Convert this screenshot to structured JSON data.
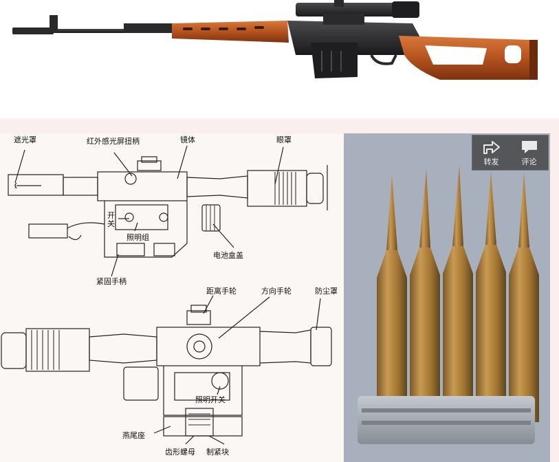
{
  "scope_labels": {
    "light_shield": "遮光罩",
    "ir_screen_knob": "红外感光屏扭柄",
    "body": "镜体",
    "eyecup": "眼罩",
    "switch": "开关",
    "illumination_group": "照明组",
    "battery_cap": "电池盒盖",
    "clamp_handle": "紧固手柄",
    "range_knob": "距离手轮",
    "windage_knob": "方向手轮",
    "dust_cover": "防尘罩",
    "illumination_switch": "照明开关",
    "dovetail_mount": "燕尾座",
    "toothed_nut": "齿形螺母",
    "lock_block": "制紧块"
  },
  "share_bar": {
    "forward_label": "转发",
    "comment_label": "评论"
  },
  "colors": {
    "wood": "#b5531f",
    "metal": "#2a2a2c",
    "brass": "#b8863c",
    "clip": "#a9b0b6"
  }
}
